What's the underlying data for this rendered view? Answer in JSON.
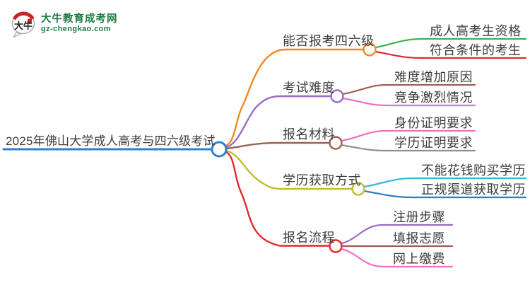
{
  "logo": {
    "icon_text": "大牛",
    "site_name": "大牛教育成考网",
    "site_url": "gz-chengkao.com",
    "green": "#1b7a3f",
    "red": "#c9252b"
  },
  "central": {
    "label": "2025年佛山大学成人高考与四六级考试",
    "color": "#2e7fd2"
  },
  "branches": [
    {
      "label": "能否报考四六级",
      "color": "#f18a21",
      "children": [
        {
          "label": "成人高考生资格",
          "color": "#3bb44a"
        },
        {
          "label": "符合条件的考生",
          "color": "#e2292e"
        }
      ]
    },
    {
      "label": "考试难度",
      "color": "#9b6cc6",
      "children": [
        {
          "label": "难度增加原因",
          "color": "#9a6152"
        },
        {
          "label": "竞争激烈情况",
          "color": "#ee6fc9"
        }
      ]
    },
    {
      "label": "报名材料",
      "color": "#9a6152",
      "children": [
        {
          "label": "身份证明要求",
          "color": "#ee6fc9"
        },
        {
          "label": "学历证明要求",
          "color": "#8f8f8f"
        }
      ]
    },
    {
      "label": "学历获取方式",
      "color": "#bdc02e",
      "children": [
        {
          "label": "不能花钱购买学历",
          "color": "#35b8e0"
        },
        {
          "label": "正规渠道获取学历",
          "color": "#2e7cc3"
        }
      ]
    },
    {
      "label": "报名流程",
      "color": "#e2292e",
      "children": [
        {
          "label": "注册步骤",
          "color": "#9b6cc6"
        },
        {
          "label": "填报志愿",
          "color": "#9a6152"
        },
        {
          "label": "网上缴费",
          "color": "#ee6fc9"
        }
      ]
    }
  ]
}
